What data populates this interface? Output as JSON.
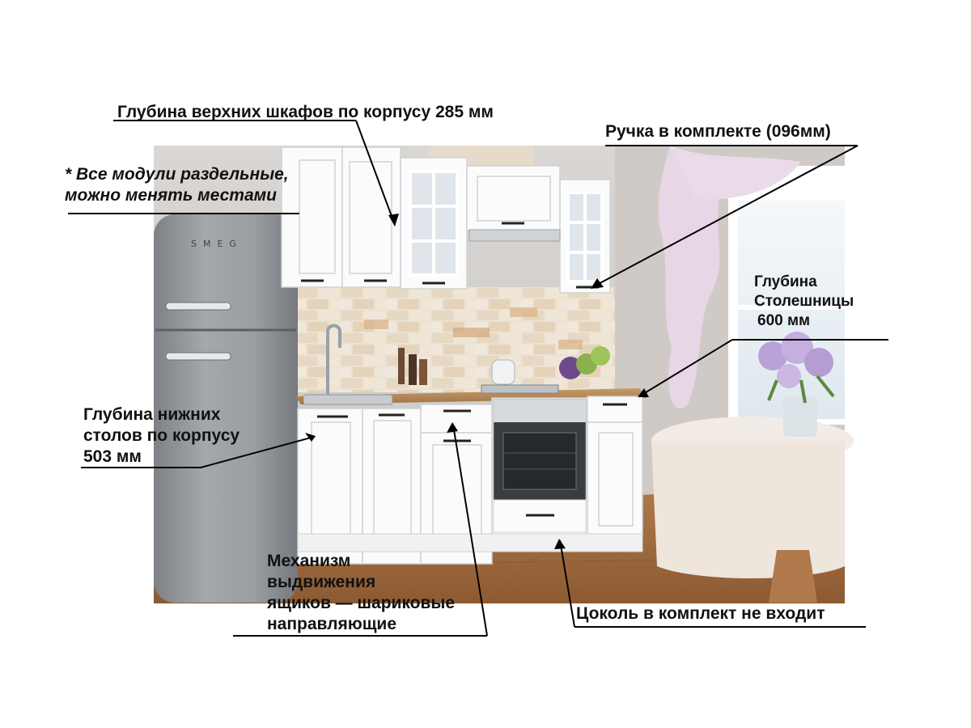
{
  "photo": {
    "fridge_brand": "SMEG"
  },
  "annotations": {
    "upper_depth": "Глубина верхних шкафов по корпусу 285 мм",
    "handle": "Ручка в комплекте (096мм)",
    "modules": {
      "line1": "* Все модули раздельные,",
      "line2": "можно менять местами"
    },
    "countertop": {
      "line1": "Глубина",
      "line2": "Столешницы",
      "line3": "600 мм"
    },
    "lower_depth": {
      "line1": "Глубина нижних",
      "line2": "столов по корпусу",
      "line3": "503 мм"
    },
    "drawer_mechanism": {
      "line1": "Механизм",
      "line2": "выдвижения",
      "line3": "ящиков — шариковые",
      "line4": "направляющие"
    },
    "plinth": "Цоколь в комплект не входит"
  }
}
